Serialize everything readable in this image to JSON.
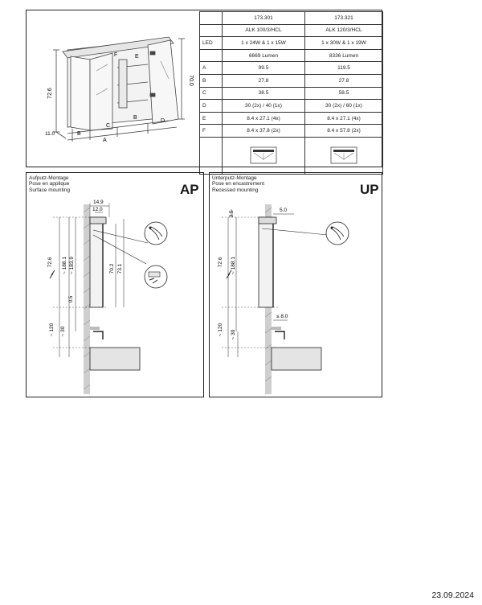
{
  "spec_table": {
    "rows": [
      {
        "label": "",
        "v1": "173.301",
        "v2": "173.321"
      },
      {
        "label": "",
        "v1": "ALK 100/3/HCL",
        "v2": "ALK 120/3/HCL"
      },
      {
        "label": "LED",
        "v1": "1 x 24W & 1 x 15W",
        "v2": "1 x 30W & 1 x 19W"
      },
      {
        "label": "",
        "v1": "6669 Lumen",
        "v2": "8336 Lumen"
      },
      {
        "label": "A",
        "v1": "99.5",
        "v2": "119.5"
      },
      {
        "label": "B",
        "v1": "27.8",
        "v2": "27.8"
      },
      {
        "label": "C",
        "v1": "38.5",
        "v2": "58.5"
      },
      {
        "label": "D",
        "v1": "30 (2x) / 40 (1x)",
        "v2": "30 (2x) / 60 (1x)"
      },
      {
        "label": "E",
        "v1": "8.4 x 27.1 (4x)",
        "v2": "8.4 x 27.1 (4x)"
      },
      {
        "label": "F",
        "v1": "8.4 x 37.8 (2x)",
        "v2": "8.4 x 57.8 (2x)"
      }
    ]
  },
  "cabinet_drawing": {
    "dims": {
      "height_left": "72.6",
      "height_right": "70.0",
      "depth": "11.0"
    },
    "letters": {
      "A": "A",
      "B": "B",
      "C": "C",
      "D": "D",
      "E": "E",
      "F": "F"
    }
  },
  "surface_panel": {
    "title_de": "Aufputz-Montage",
    "title_fr": "Pose en applique",
    "title_en": "Surface mounting",
    "code": "AP",
    "dims": {
      "top_width": "14.9",
      "top_offset": "12.0",
      "height": "72.6",
      "floor_a": "~ 188.1",
      "floor_b": "~ 183.9",
      "inner_a": "70.2",
      "inner_b": "73.1",
      "small": "0.5",
      "basin": "~ 120",
      "tap": "~ 30"
    }
  },
  "recessed_panel": {
    "title_de": "Unterputz-Montage",
    "title_fr": "Pose en encastrement",
    "title_en": "Recessed mounting",
    "code": "UP",
    "dims": {
      "top_small": "3.5",
      "top_offset": "5.0",
      "height": "72.6",
      "floor": "~ 188.1",
      "recess": "≤ 8.0",
      "basin": "~ 120",
      "tap": "~ 30"
    }
  },
  "footer": {
    "date": "23.09.2024"
  }
}
